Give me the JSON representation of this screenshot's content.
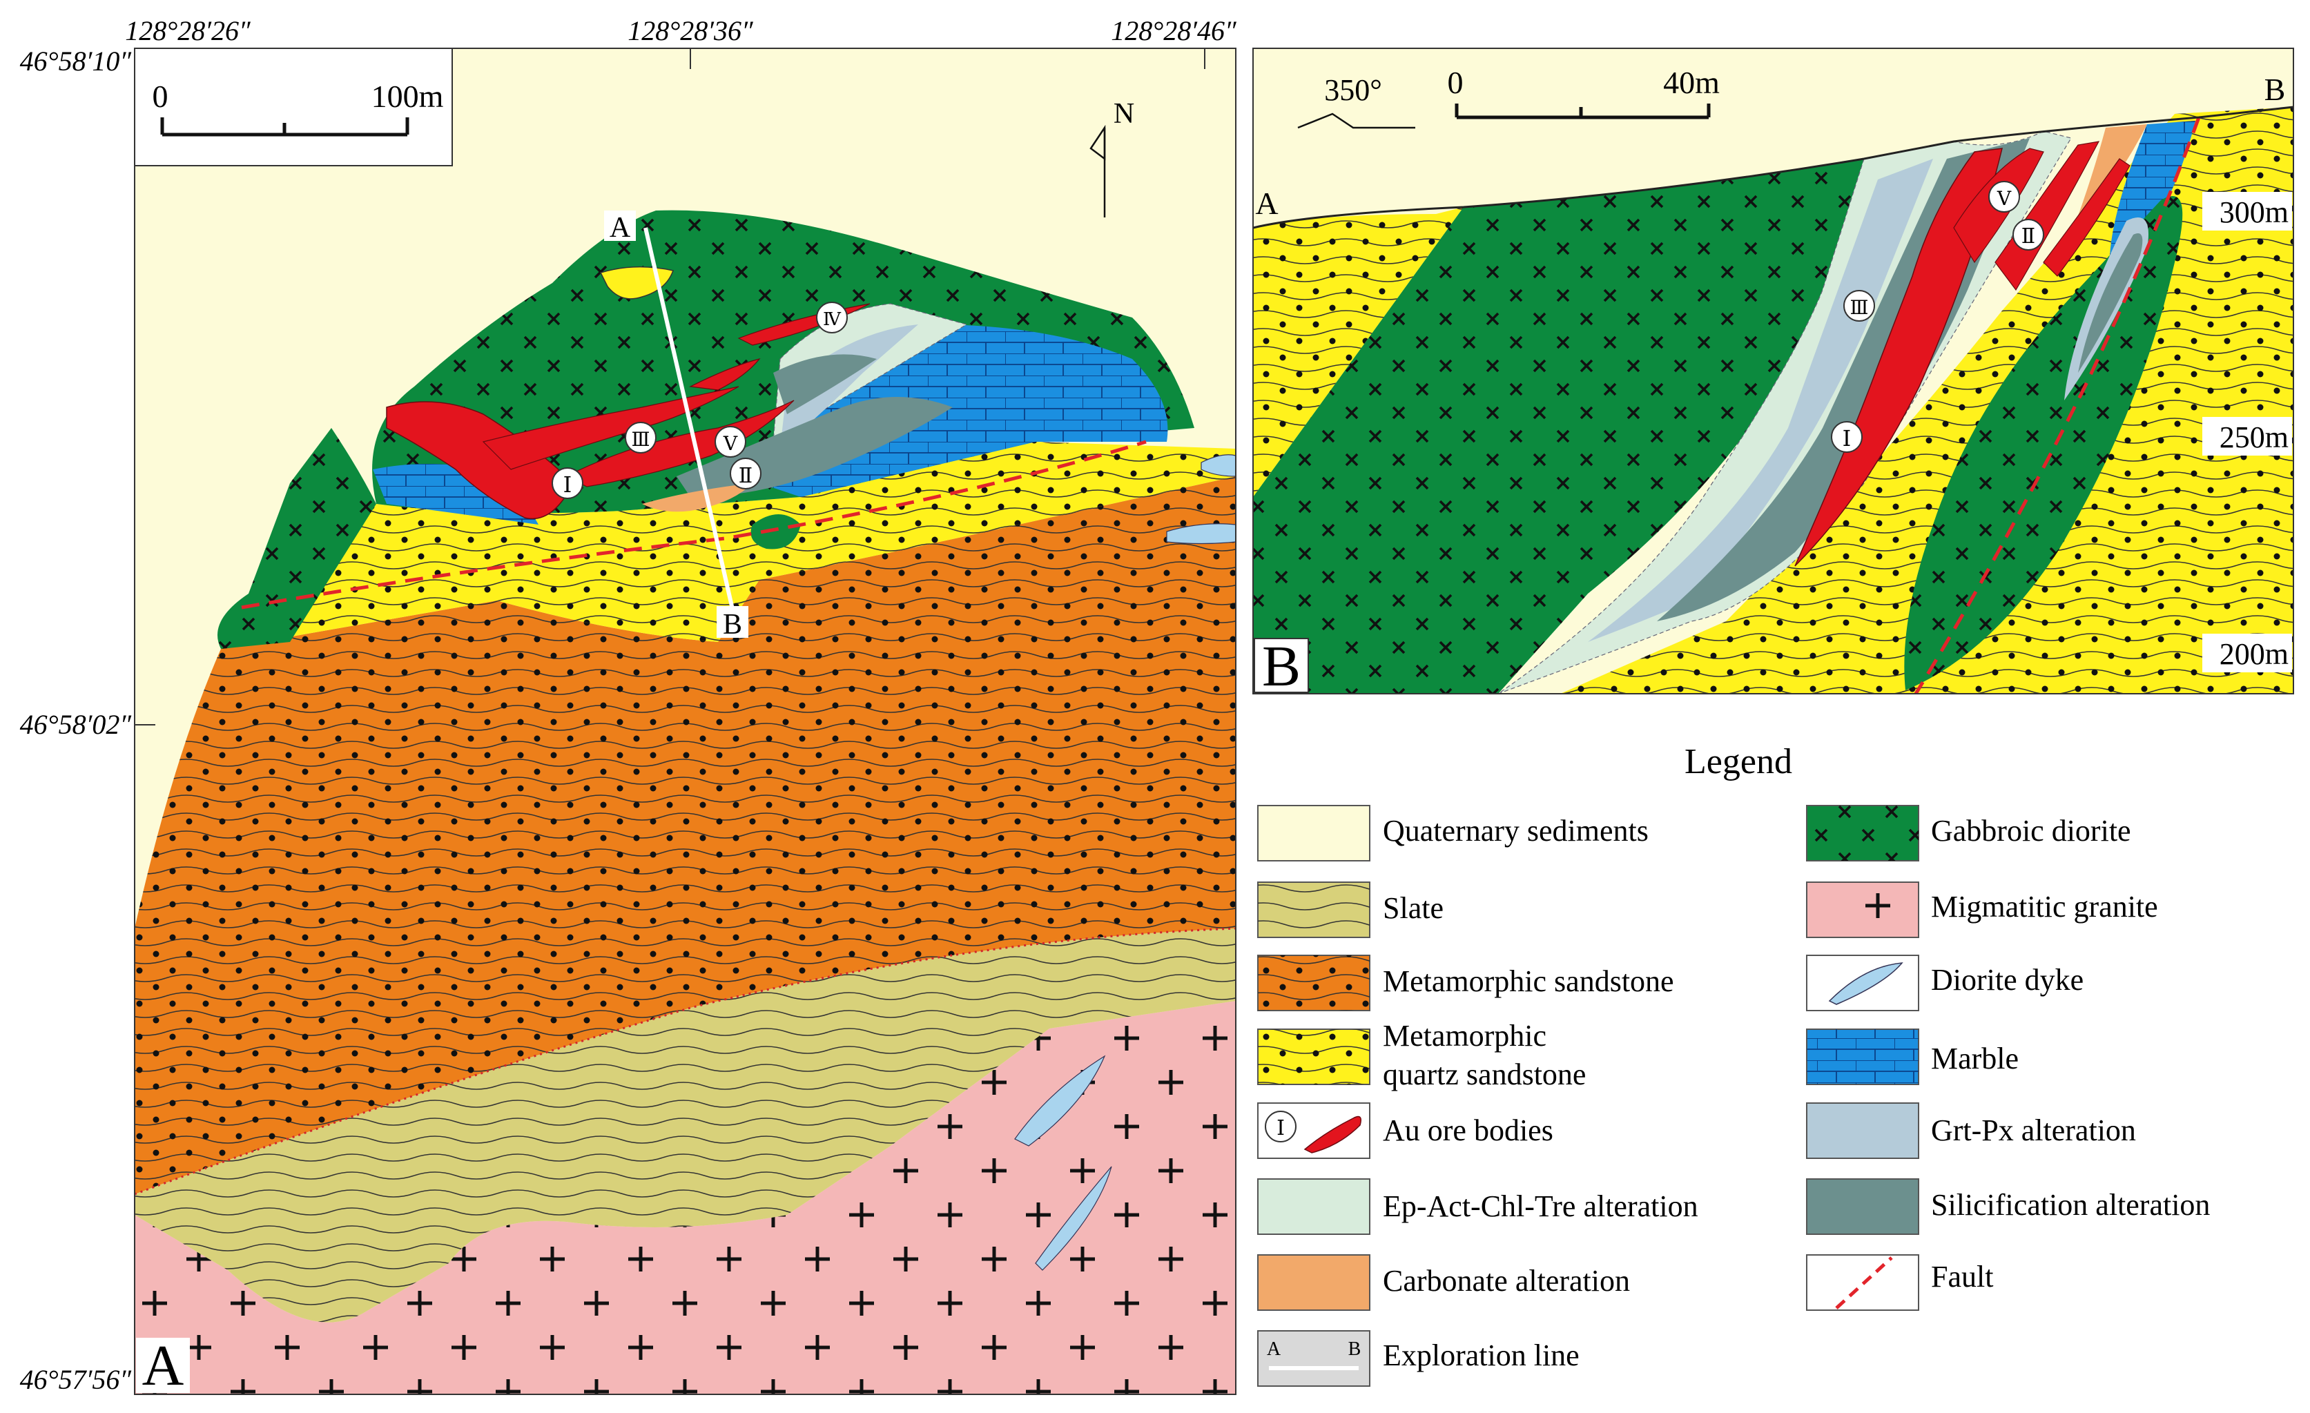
{
  "map": {
    "panel_letter": "A",
    "coords_top": [
      "128°28′26″",
      "128°28′36″",
      "128°28′46″"
    ],
    "coords_left": [
      "46°58′10″",
      "46°58′02″",
      "46°57′56″"
    ],
    "scale": {
      "zero": "0",
      "end": "100m"
    },
    "north": "N",
    "line_labels": [
      "A",
      "B"
    ],
    "ore_labels": [
      "Ⅰ",
      "Ⅱ",
      "Ⅲ",
      "Ⅳ",
      "Ⅴ"
    ]
  },
  "section": {
    "panel_letter": "B",
    "end_labels": [
      "A",
      "B"
    ],
    "orientation": "350°",
    "scale": {
      "zero": "0",
      "end": "40m"
    },
    "elevations": [
      "300m",
      "250m",
      "200m"
    ],
    "ore_labels": [
      "Ⅰ",
      "Ⅱ",
      "Ⅲ",
      "Ⅴ"
    ]
  },
  "legend": {
    "title": "Legend",
    "items": [
      {
        "id": "quaternary",
        "label": "Quaternary sediments"
      },
      {
        "id": "slate",
        "label": "Slate"
      },
      {
        "id": "meta-sandstone",
        "label": "Metamorphic sandstone"
      },
      {
        "id": "meta-quartz",
        "label": "Metamorphic quartz sandstone",
        "lines": [
          "Metamorphic",
          "quartz sandstone"
        ]
      },
      {
        "id": "au-ore",
        "label": "Au ore bodies",
        "swatch_label": "Ⅰ"
      },
      {
        "id": "ep-act",
        "label": "Ep-Act-Chl-Tre alteration"
      },
      {
        "id": "carbonate",
        "label": "Carbonate alteration"
      },
      {
        "id": "exploration",
        "label": "Exploration line",
        "swatch_labels": [
          "A",
          "B"
        ]
      },
      {
        "id": "gabbroic",
        "label": "Gabbroic diorite"
      },
      {
        "id": "migmatitic",
        "label": "Migmatitic granite"
      },
      {
        "id": "diorite-dyke",
        "label": "Diorite dyke"
      },
      {
        "id": "marble",
        "label": "Marble"
      },
      {
        "id": "grt-px",
        "label": "Grt-Px alteration"
      },
      {
        "id": "silicification",
        "label": "Silicification alteration"
      },
      {
        "id": "fault",
        "label": "Fault"
      }
    ]
  },
  "colors": {
    "quaternary": "#fdfbd8",
    "slate": "#d8d17a",
    "meta_sandstone": "#ed7f1a",
    "meta_quartz": "#fff21c",
    "ore": "#e3141e",
    "ep_act": "#d8ecdc",
    "carbonate": "#f2a96a",
    "gabbroic": "#0c8a3e",
    "migmatitic": "#f4b7b7",
    "diorite_dyke": "#a9d4ee",
    "marble": "#1b8fe0",
    "grt_px": "#b4cbd9",
    "silicification": "#6c908e",
    "fault": "#e2242b"
  }
}
